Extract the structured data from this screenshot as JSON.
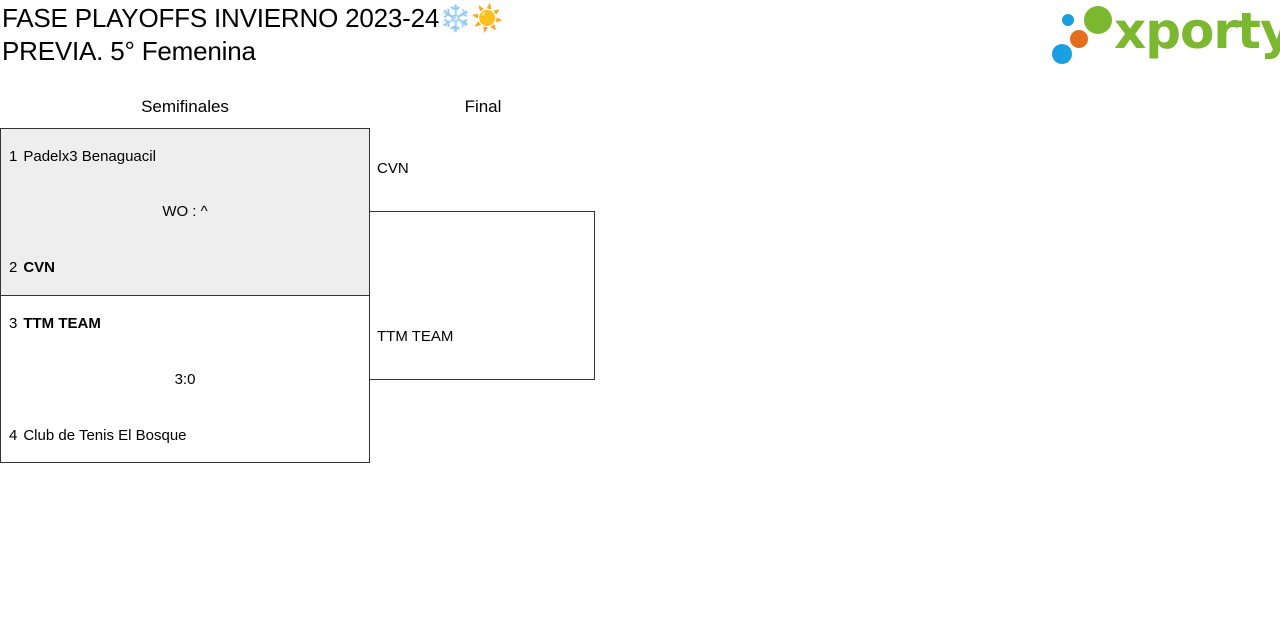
{
  "header": {
    "title_line1": "FASE PLAYOFFS INVIERNO 2023-24❄️☀️",
    "title_line2": "PREVIA. 5° Femenina"
  },
  "logo": {
    "text": "xporty",
    "text_color": "#7cb82f",
    "dot_colors": [
      "#7cb82f",
      "#1aa0e0",
      "#e36f1e",
      "#1aa0e0"
    ]
  },
  "rounds": {
    "semifinals_label": "Semifinales",
    "final_label": "Final"
  },
  "semifinals": [
    {
      "top": {
        "seed": "1",
        "name": "Padelx3 Benaguacil",
        "winner": false
      },
      "score": "WO : ^",
      "bottom": {
        "seed": "2",
        "name": "CVN",
        "winner": true
      }
    },
    {
      "top": {
        "seed": "3",
        "name": "TTM TEAM",
        "winner": true
      },
      "score": "3:0",
      "bottom": {
        "seed": "4",
        "name": "Club de Tenis El Bosque",
        "winner": false
      }
    }
  ],
  "final": {
    "top_team": "CVN",
    "bottom_team": "TTM TEAM"
  },
  "colors": {
    "shaded_match": "#eeeeee",
    "border": "#333333"
  }
}
